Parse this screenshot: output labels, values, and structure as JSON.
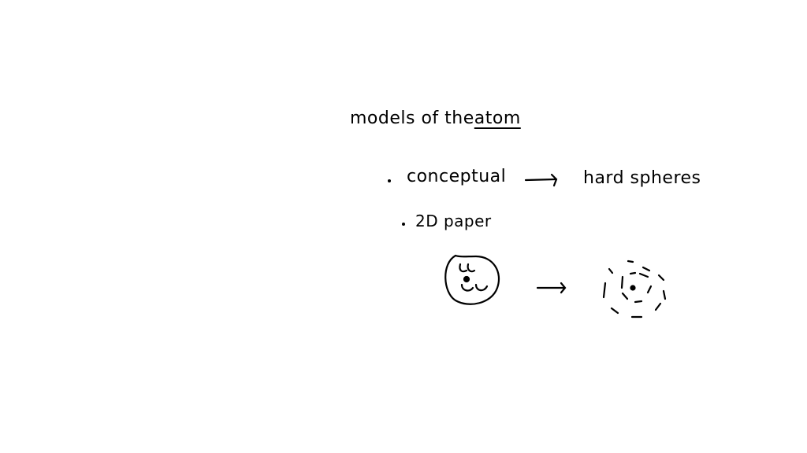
{
  "title": {
    "prefix": "models of the",
    "underlined": "atom"
  },
  "items": [
    {
      "label": "conceptual",
      "result": "hard spheres"
    },
    {
      "label": "2D paper"
    }
  ],
  "ink_color": "#000000",
  "icons": [
    "arrow-right-icon",
    "atom-sphere-drawing",
    "electron-shell-drawing"
  ]
}
